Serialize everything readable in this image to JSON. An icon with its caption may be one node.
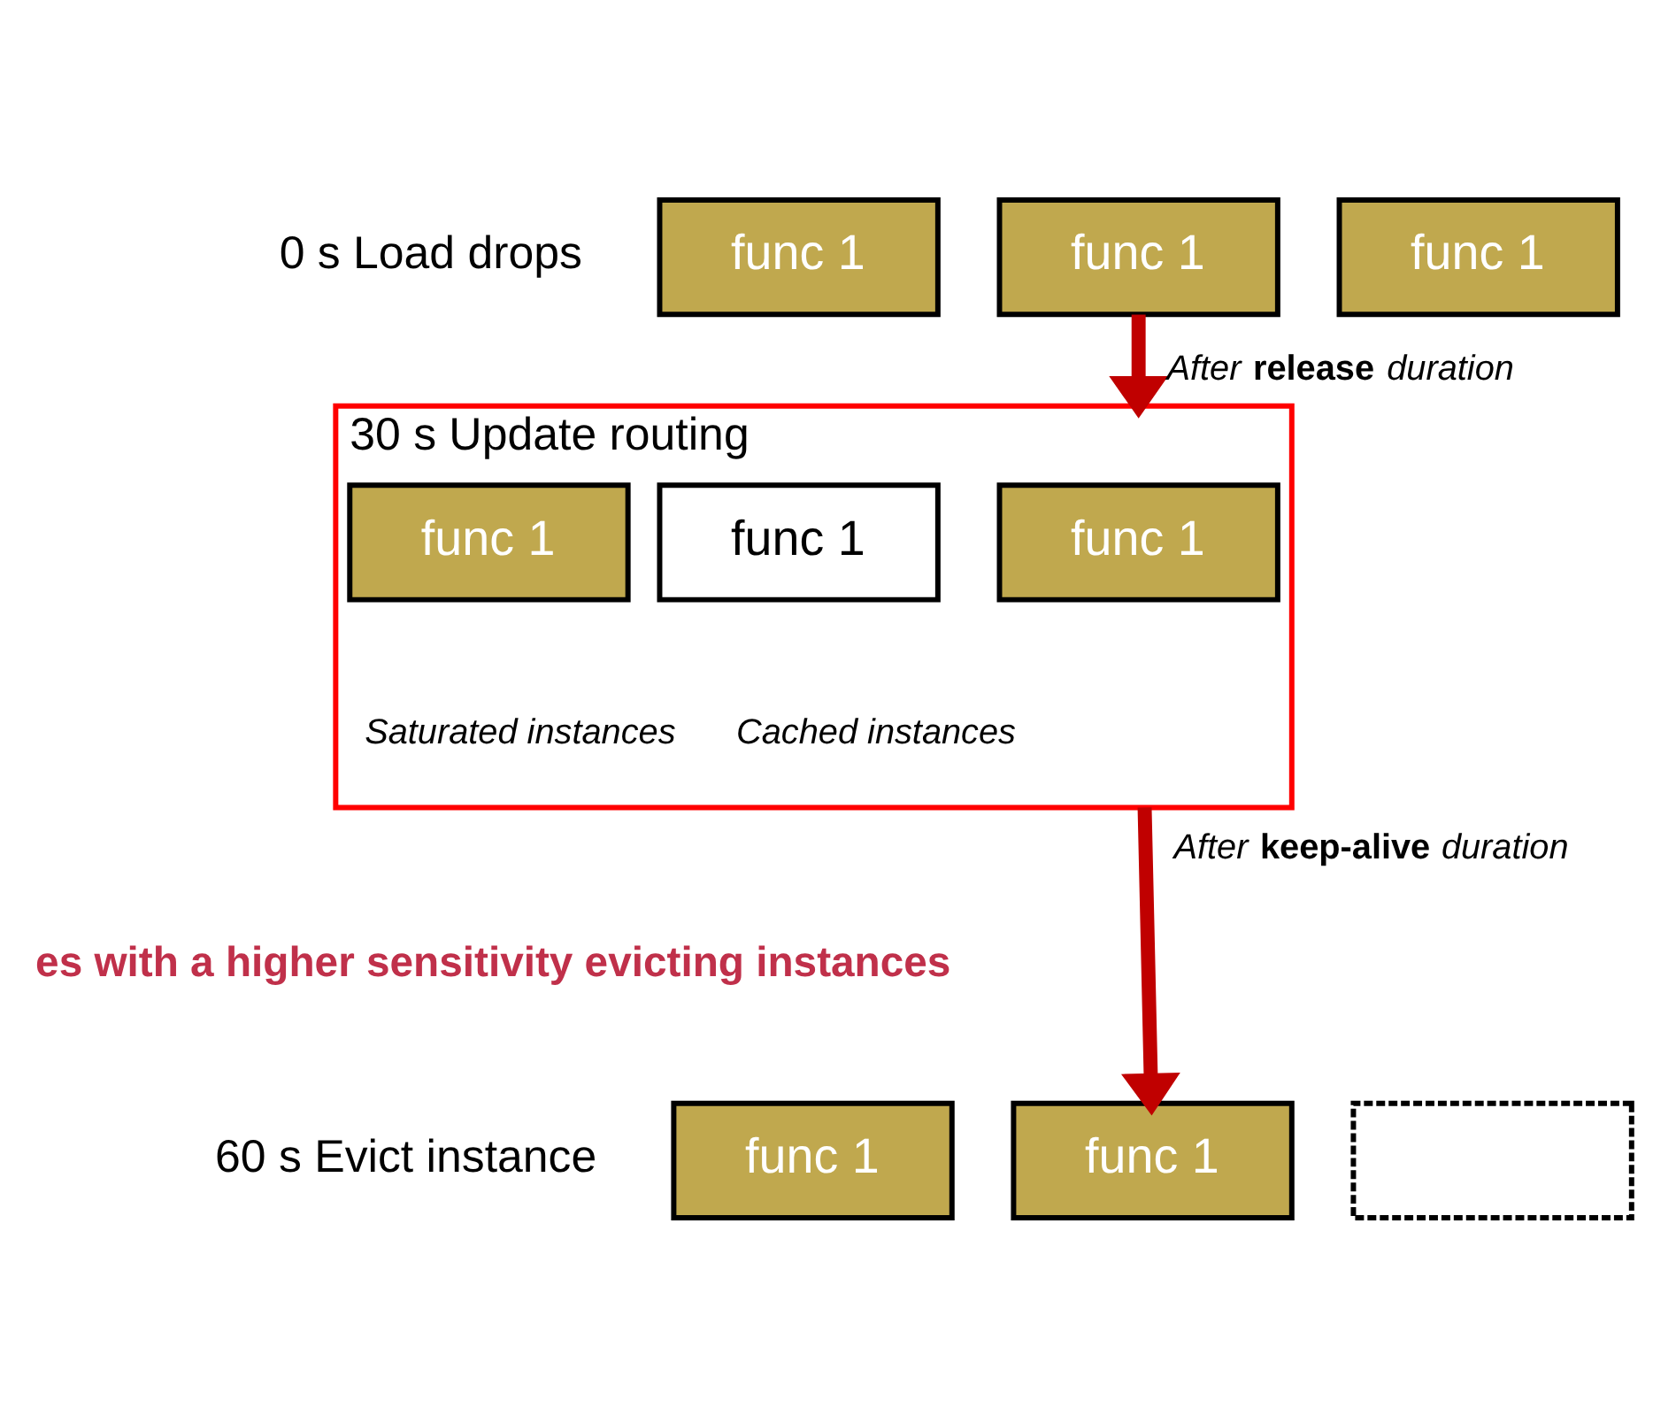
{
  "diagram": {
    "nodes": [
      {
        "text": [
          "func 1"
        ]
      },
      {
        "text": [
          "func 1"
        ]
      },
      {
        "text": [
          "func 1"
        ]
      },
      {
        "text": [
          "30 s Update routing"
        ]
      },
      {
        "text": [
          "func 1"
        ],
        "in": 3
      },
      {
        "text": [
          "func 1"
        ],
        "in": 3
      },
      {
        "text": [
          "func 1"
        ],
        "in": 3,
        "beside": [
          "Cached instances"
        ]
      },
      {
        "text": [
          "func 1"
        ]
      },
      {
        "text": [
          "func 1"
        ]
      },
      {
        "text": [],
        "shape": "box"
      }
    ],
    "edges": [
      {
        "from": 1,
        "to": 3,
        "arrow": "to",
        "label": "After **release** duration"
      },
      {
        "from": 3,
        "to": 8,
        "arrow": "to",
        "label": "After **keep-alive** duration"
      }
    ],
    "labels": [
      "0 s Load drops",
      "Saturated instances",
      "es with a higher sensitivity evicting instances",
      "60 s Evict instance"
    ]
  }
}
